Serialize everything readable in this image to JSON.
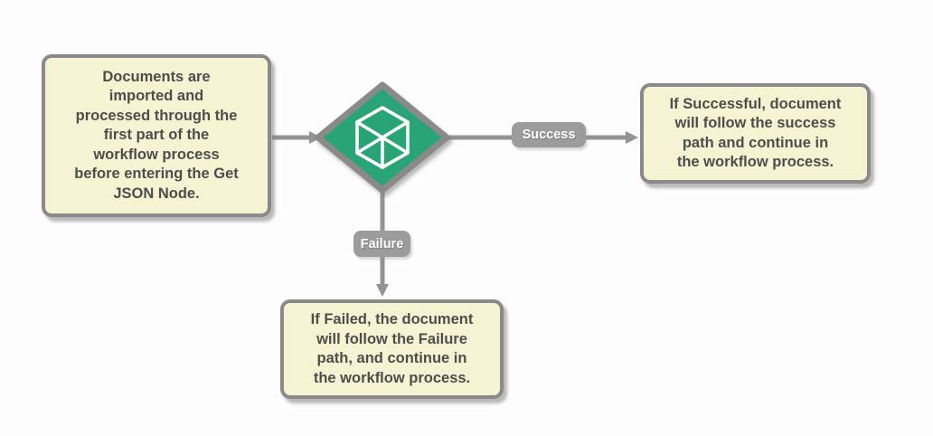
{
  "diagram": {
    "left_note": {
      "lines": [
        "Documents are",
        "imported and",
        "processed through the",
        "first part of the",
        "workflow process",
        "before entering the Get",
        "JSON Node."
      ]
    },
    "decision_node": {
      "icon": "cube-wireframe-icon",
      "shape": "diamond"
    },
    "success_edge": {
      "label": "Success"
    },
    "failure_edge": {
      "label": "Failure"
    },
    "success_note": {
      "lines": [
        "If Successful, document",
        "will follow the success",
        "path and continue in",
        "the workflow process."
      ]
    },
    "failure_note": {
      "lines": [
        "If Failed, the document",
        "will follow the Failure",
        "path, and continue in",
        "the workflow process."
      ]
    }
  },
  "colors": {
    "background": "#fdfdfd",
    "note_fill": "#f6f3d2",
    "note_border": "#8a8a8a",
    "note_text": "#4d4d4d",
    "decision_fill": "#28a476",
    "decision_border": "#8a8a8a",
    "connector_gray": "#939393",
    "edge_label_fill": "#9c9c9c",
    "edge_label_text": "#ffffff",
    "icon_color": "#ffffff"
  }
}
